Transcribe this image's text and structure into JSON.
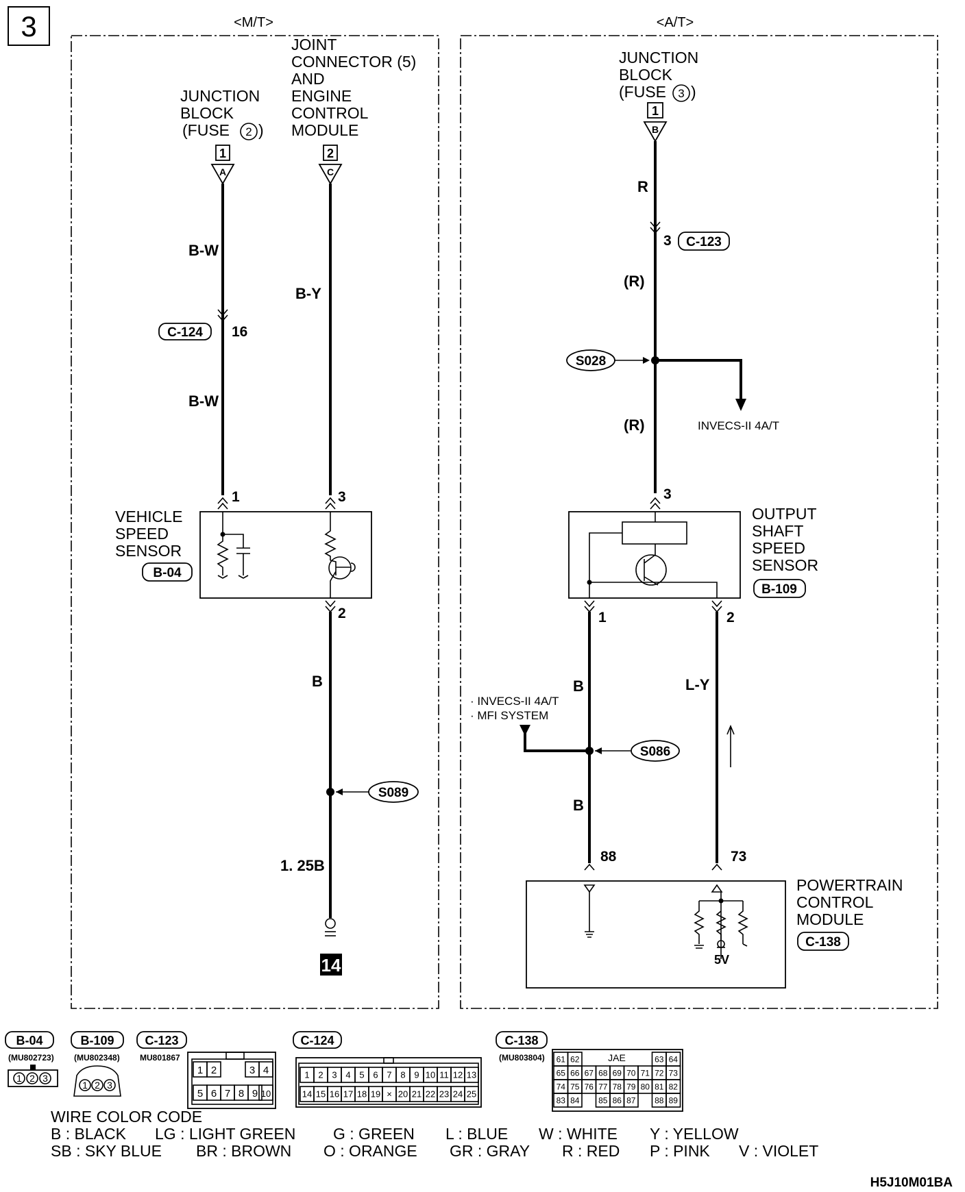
{
  "page": {
    "page_number": "3",
    "figure_code": "H5J10M01BA"
  },
  "mt": {
    "label": "<M/T>",
    "junction_block": [
      "JUNCTION",
      "BLOCK",
      "(FUSE",
      ")"
    ],
    "fuse_num": "2",
    "jc_ecm": [
      "JOINT",
      "CONNECTOR (5)",
      "AND",
      "ENGINE",
      "CONTROL",
      "MODULE"
    ],
    "ref1": "1",
    "conn_a": "A",
    "ref2": "2",
    "conn_c": "C",
    "wire_bw_1": "B-W",
    "c124_tag": "C-124",
    "c124_pin": "16",
    "wire_bw_2": "B-W",
    "wire_by": "B-Y",
    "vss_pin1": "1",
    "vss_pin3": "3",
    "vss_pin2": "2",
    "vss_label": [
      "VEHICLE",
      "SPEED",
      "SENSOR"
    ],
    "vss_tag": "B-04",
    "wire_b": "B",
    "s089": "S089",
    "wire_125b": "1. 25B",
    "ground": "14"
  },
  "at": {
    "label": "<A/T>",
    "junction_block": [
      "JUNCTION",
      "BLOCK",
      "(FUSE",
      ")"
    ],
    "fuse_num": "3",
    "ref1": "1",
    "conn_b": "B",
    "wire_r": "R",
    "c123_pin": "3",
    "c123_tag": "C-123",
    "wire_r_paren_1": "(R)",
    "s028": "S028",
    "invecs_1": "INVECS-II 4A/T",
    "wire_r_paren_2": "(R)",
    "ossp_pin3": "3",
    "oss_label": [
      "OUTPUT",
      "SHAFT",
      "SPEED",
      "SENSOR"
    ],
    "oss_tag": "B-109",
    "ossp_pin1": "1",
    "ossp_pin2": "2",
    "wire_b_1": "B",
    "wire_ly": "L-Y",
    "branch_labels": [
      "· INVECS-II 4A/T",
      "· MFI SYSTEM"
    ],
    "s086": "S086",
    "wire_b_2": "B",
    "pcm_pin88": "88",
    "pcm_pin73": "73",
    "pcm_label": [
      "POWERTRAIN",
      "CONTROL",
      "MODULE"
    ],
    "pcm_tag": "C-138",
    "volt": "5V"
  },
  "connectors": {
    "b04": {
      "tag": "B-04",
      "part": "(MU802723)",
      "pins": [
        "1",
        "2",
        "3"
      ]
    },
    "b109": {
      "tag": "B-109",
      "part": "(MU802348)",
      "pins": [
        "1",
        "2",
        "3"
      ]
    },
    "c123": {
      "tag": "C-123",
      "part": "MU801867",
      "row1": [
        "1",
        "2",
        "3",
        "4"
      ],
      "row2": [
        "5",
        "6",
        "7",
        "8",
        "9",
        "10"
      ]
    },
    "c124": {
      "tag": "C-124",
      "row1": [
        "1",
        "2",
        "3",
        "4",
        "5",
        "6",
        "7",
        "8",
        "9",
        "10",
        "11",
        "12",
        "13"
      ],
      "row2": [
        "14",
        "15",
        "16",
        "17",
        "18",
        "19",
        "×",
        "20",
        "21",
        "22",
        "23",
        "24",
        "25"
      ]
    },
    "c138": {
      "tag": "C-138",
      "part": "(MU803804)",
      "jae": "JAE",
      "row1a": [
        "61",
        "62"
      ],
      "row1b": [
        "63",
        "64"
      ],
      "row2": [
        "65",
        "66",
        "67",
        "68",
        "69",
        "70",
        "71",
        "72",
        "73"
      ],
      "row3": [
        "74",
        "75",
        "76",
        "77",
        "78",
        "79",
        "80",
        "81",
        "82"
      ],
      "row4a": [
        "83",
        "84"
      ],
      "row4b": [
        "85",
        "86",
        "87"
      ],
      "row4c": [
        "88",
        "89"
      ]
    }
  },
  "wire_color_code": {
    "title": "WIRE COLOR CODE",
    "row1": [
      "B : BLACK",
      "LG : LIGHT GREEN",
      "G : GREEN",
      "L : BLUE",
      "W : WHITE",
      "Y : YELLOW"
    ],
    "row2": [
      "SB : SKY BLUE",
      "BR : BROWN",
      "O : ORANGE",
      "GR : GRAY",
      "R : RED",
      "P : PINK",
      "V : VIOLET"
    ]
  }
}
